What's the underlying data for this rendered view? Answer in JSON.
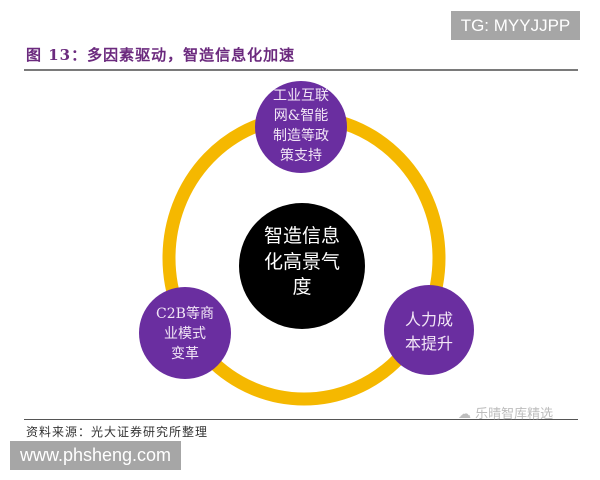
{
  "watermark_top": "TG: MYYJJPP",
  "figure": {
    "title": "图 13：多因素驱动，智造信息化加速"
  },
  "diagram": {
    "colors": {
      "ring": "#f5b800",
      "node": "#6a2ea0",
      "center": "#000000"
    },
    "center": {
      "lines": [
        "智造信息",
        "化高景气",
        "度"
      ]
    },
    "nodes": [
      {
        "id": "top",
        "lines": [
          "工业互联",
          "网&智能",
          "制造等政",
          "策支持"
        ]
      },
      {
        "id": "left",
        "lines": [
          "C2B等商",
          "业模式",
          "变革"
        ]
      },
      {
        "id": "right",
        "lines": [
          "人力成",
          "本提升"
        ]
      }
    ]
  },
  "footer": {
    "source": "资料来源：光大证券研究所整理",
    "watermark": "乐晴智库精选",
    "site": "www.phsheng.com"
  }
}
